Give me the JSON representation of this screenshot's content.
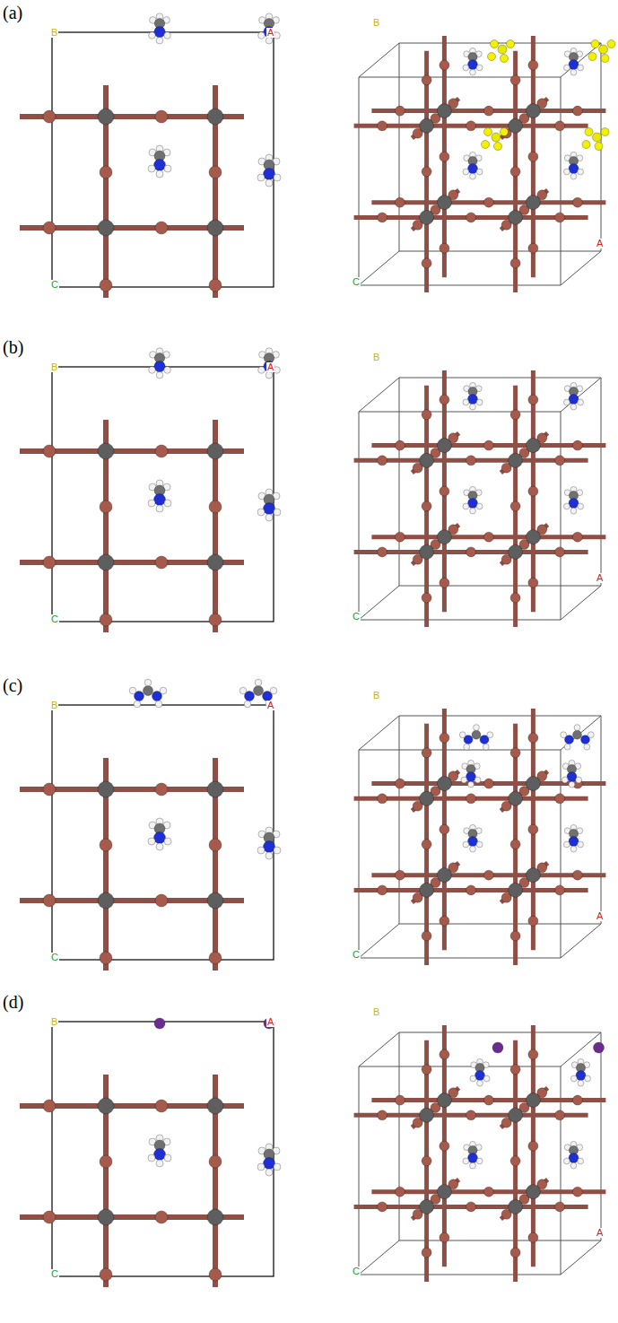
{
  "diagram": {
    "labels": [
      "(a)",
      "B",
      "A",
      "C",
      "B",
      "A",
      "C",
      "(b)",
      "B",
      "A",
      "C",
      "B",
      "A",
      "C",
      "(c)",
      "B",
      "A",
      "C",
      "B",
      "A",
      "C",
      "(d)",
      "B",
      "A",
      "C",
      "B",
      "A",
      "C"
    ]
  }
}
